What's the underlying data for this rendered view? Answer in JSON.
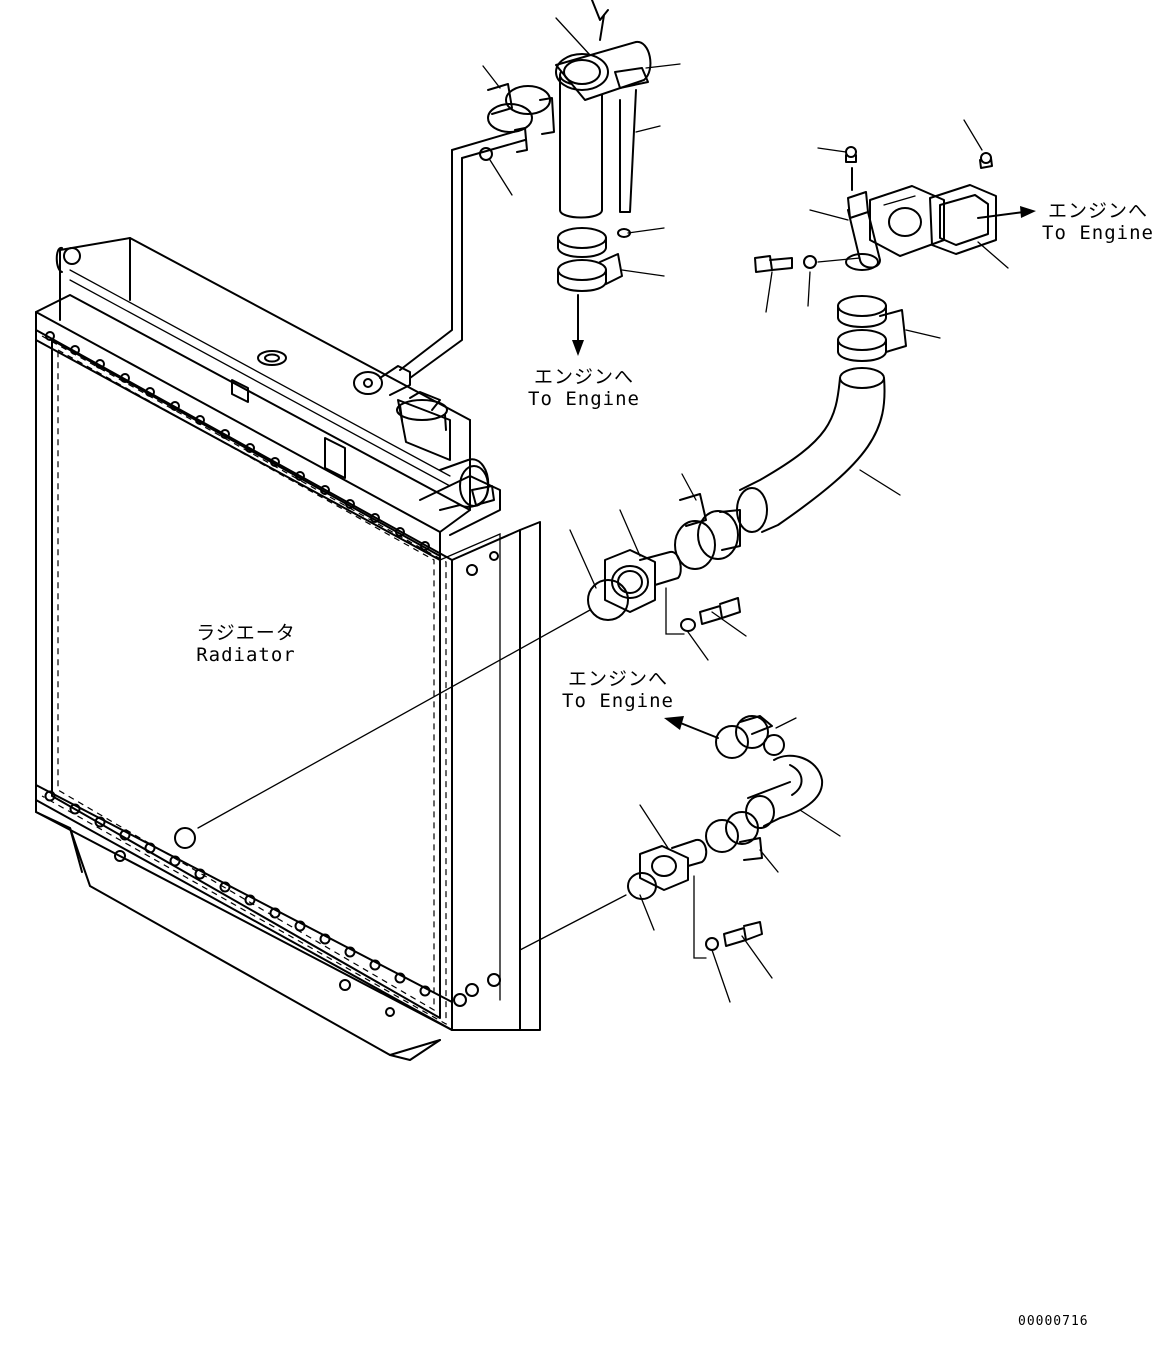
{
  "labels": {
    "engine_jp": "エンジンへ",
    "engine_en": "To Engine",
    "radiator_jp": "ラジエータ",
    "radiator_en": "Radiator"
  },
  "doc_number": "00000716"
}
